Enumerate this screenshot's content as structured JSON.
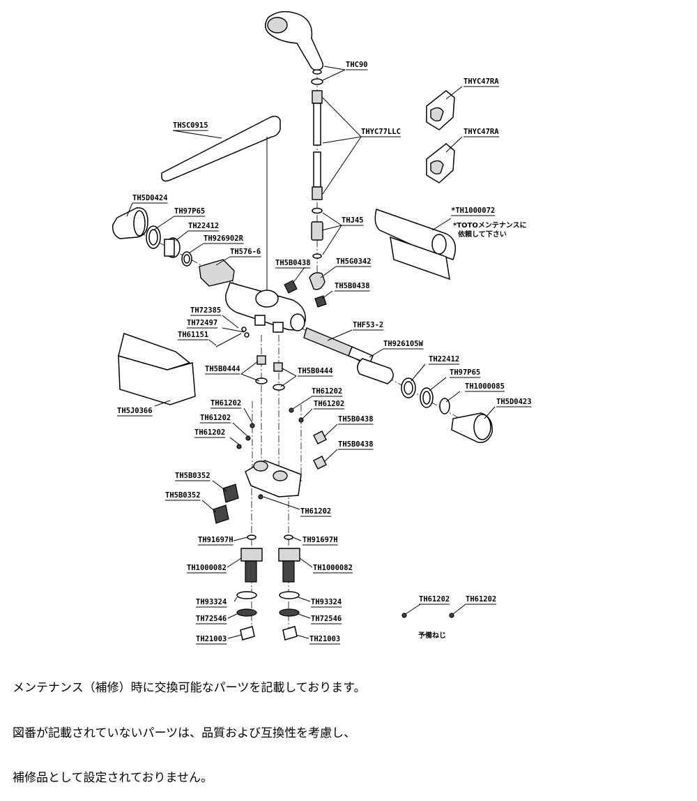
{
  "parts": {
    "thc90": "THC90",
    "thyc47ra_1": "THYC47RA",
    "thyc47ra_2": "THYC47RA",
    "thsc0915": "THSC0915",
    "thyc77llc": "THYC77LLC",
    "th5d0424": "TH5D0424",
    "th97p65_l": "TH97P65",
    "th22412_l": "TH22412",
    "th926902r": "TH926902R",
    "th576_6": "TH576-6",
    "thj45": "THJ45",
    "th1000072": "*TH1000072",
    "th5b0438_a": "TH5B0438",
    "th5g0342": "TH5G0342",
    "th5b0438_b": "TH5B0438",
    "th72385": "TH72385",
    "th72497": "TH72497",
    "th61151": "TH61151",
    "thf53_2": "THF53-2",
    "th926105w": "TH926105W",
    "th5b0444_l": "TH5B0444",
    "th5b0444_r": "TH5B0444",
    "th22412_r": "TH22412",
    "th97p65_r": "TH97P65",
    "th1000085": "TH1000085",
    "th5d0423": "TH5D0423",
    "th61202_a": "TH61202",
    "th61202_b": "TH61202",
    "th61202_c": "TH61202",
    "th61202_d": "TH61202",
    "th61202_e": "TH61202",
    "th5j0366": "TH5J0366",
    "th5b0438_c": "TH5B0438",
    "th5b0438_d": "TH5B0438",
    "th5b0352_a": "TH5B0352",
    "th5b0352_b": "TH5B0352",
    "th61202_f": "TH61202",
    "th91697h_l": "TH91697H",
    "th91697h_r": "TH91697H",
    "th1000082_l": "TH1000082",
    "th1000082_r": "TH1000082",
    "th93324_l": "TH93324",
    "th93324_r": "TH93324",
    "th72546_l": "TH72546",
    "th72546_r": "TH72546",
    "th21003_l": "TH21003",
    "th21003_r": "TH21003",
    "th61202_spare1": "TH61202",
    "th61202_spare2": "TH61202"
  },
  "notes": {
    "toto_line1": "*TOTOメンテナンスに",
    "toto_line2": "依頼して下さい",
    "spare_screw": "予備ねじ"
  },
  "footer": {
    "line1": "メンテナンス（補修）時に交換可能なパーツを記載しております。",
    "line2": "図番が記載されていないパーツは、品質および互換性を考慮し、",
    "line3": "補修品として設定されておりません。"
  }
}
